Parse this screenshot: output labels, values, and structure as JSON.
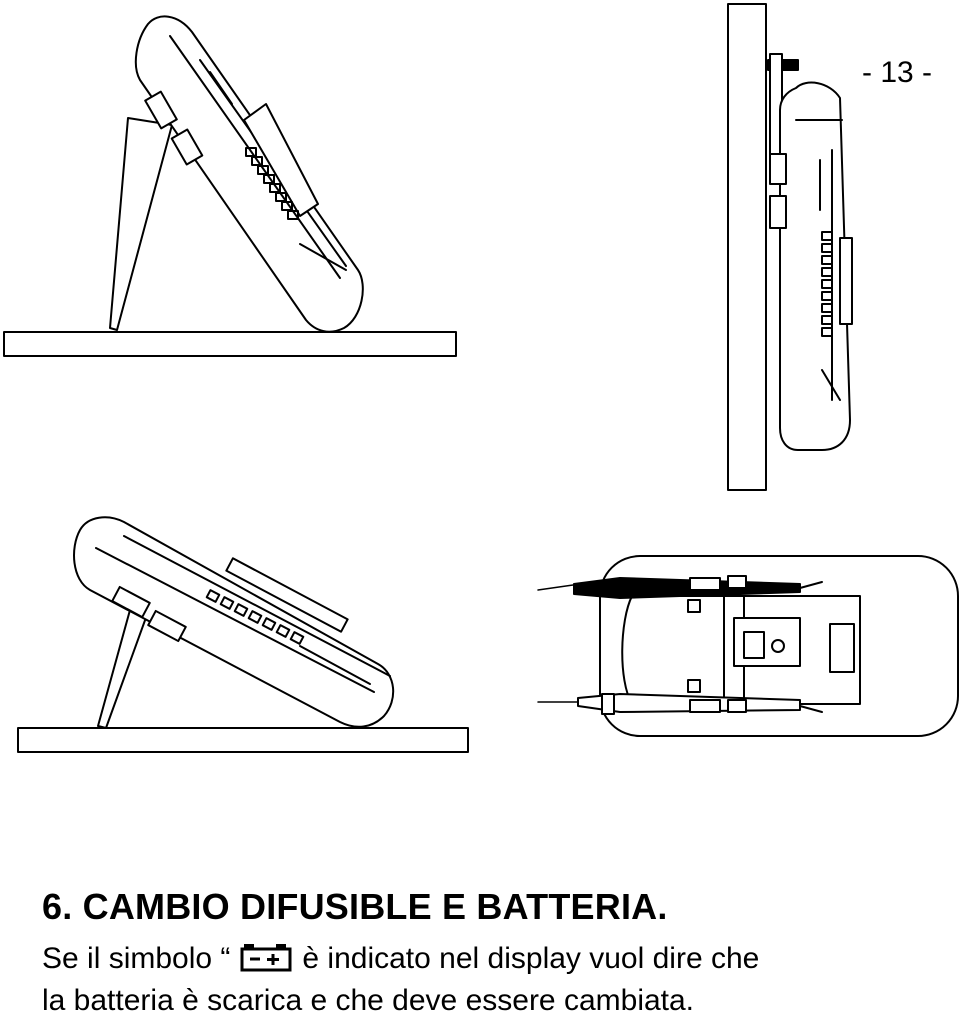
{
  "page": {
    "number": "- 13 -"
  },
  "section": {
    "title": "6. CAMBIO DIFUSIBLE E BATTERIA."
  },
  "body": {
    "line1_before": "Se il simbolo “",
    "line1_after": "è indicato nel display vuol dire che",
    "line2": "la batteria è scarica e che deve essere cambiata."
  },
  "icons": {
    "battery": "battery-low-icon",
    "figures": [
      "meter-on-stand-figure",
      "meter-hung-on-wall-figure",
      "meter-tilted-on-table-figure",
      "meter-with-probes-figure"
    ]
  }
}
